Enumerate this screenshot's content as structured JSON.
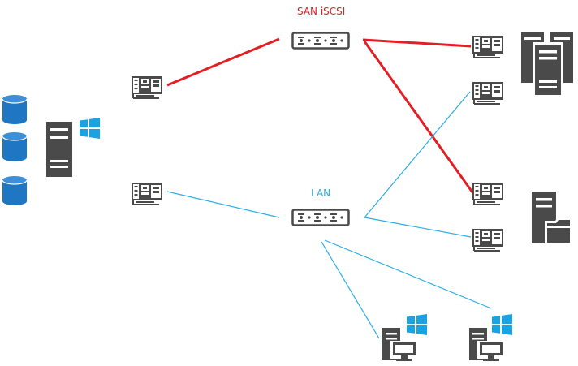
{
  "labels": {
    "san": "SAN iSCSI",
    "lan": "LAN"
  },
  "colors": {
    "san_link": "#e31e24",
    "lan_link": "#29aee6",
    "device_dark": "#4a4a4a",
    "disk_blue": "#1f76c2",
    "windows_blue": "#1aa3e3",
    "background": "#ffffff"
  },
  "icons": {
    "storage": "database-cylinder-icon",
    "server": "server-tower-icon",
    "os": "windows-logo-icon",
    "nic": "network-card-icon",
    "switch": "network-switch-icon",
    "cluster": "server-cluster-icon",
    "file_server": "file-server-icon",
    "workstation": "workstation-icon"
  },
  "nodes": [
    "database-cylinder-1",
    "database-cylinder-2",
    "database-cylinder-3",
    "windows-server",
    "server-nic-san",
    "server-nic-lan",
    "san-switch",
    "lan-switch",
    "cluster-nic-san",
    "cluster-nic-lan",
    "server-cluster",
    "fileserver-nic-san",
    "fileserver-nic-lan",
    "file-server",
    "workstation-1",
    "workstation-2"
  ],
  "links": [
    {
      "from": "server-nic-san",
      "to": "san-switch",
      "type": "san"
    },
    {
      "from": "san-switch",
      "to": "cluster-nic-san",
      "type": "san"
    },
    {
      "from": "san-switch",
      "to": "fileserver-nic-san",
      "type": "san"
    },
    {
      "from": "server-nic-lan",
      "to": "lan-switch",
      "type": "lan"
    },
    {
      "from": "lan-switch",
      "to": "cluster-nic-lan",
      "type": "lan"
    },
    {
      "from": "lan-switch",
      "to": "fileserver-nic-lan",
      "type": "lan"
    },
    {
      "from": "lan-switch",
      "to": "workstation-1",
      "type": "lan"
    },
    {
      "from": "lan-switch",
      "to": "workstation-2",
      "type": "lan"
    }
  ]
}
